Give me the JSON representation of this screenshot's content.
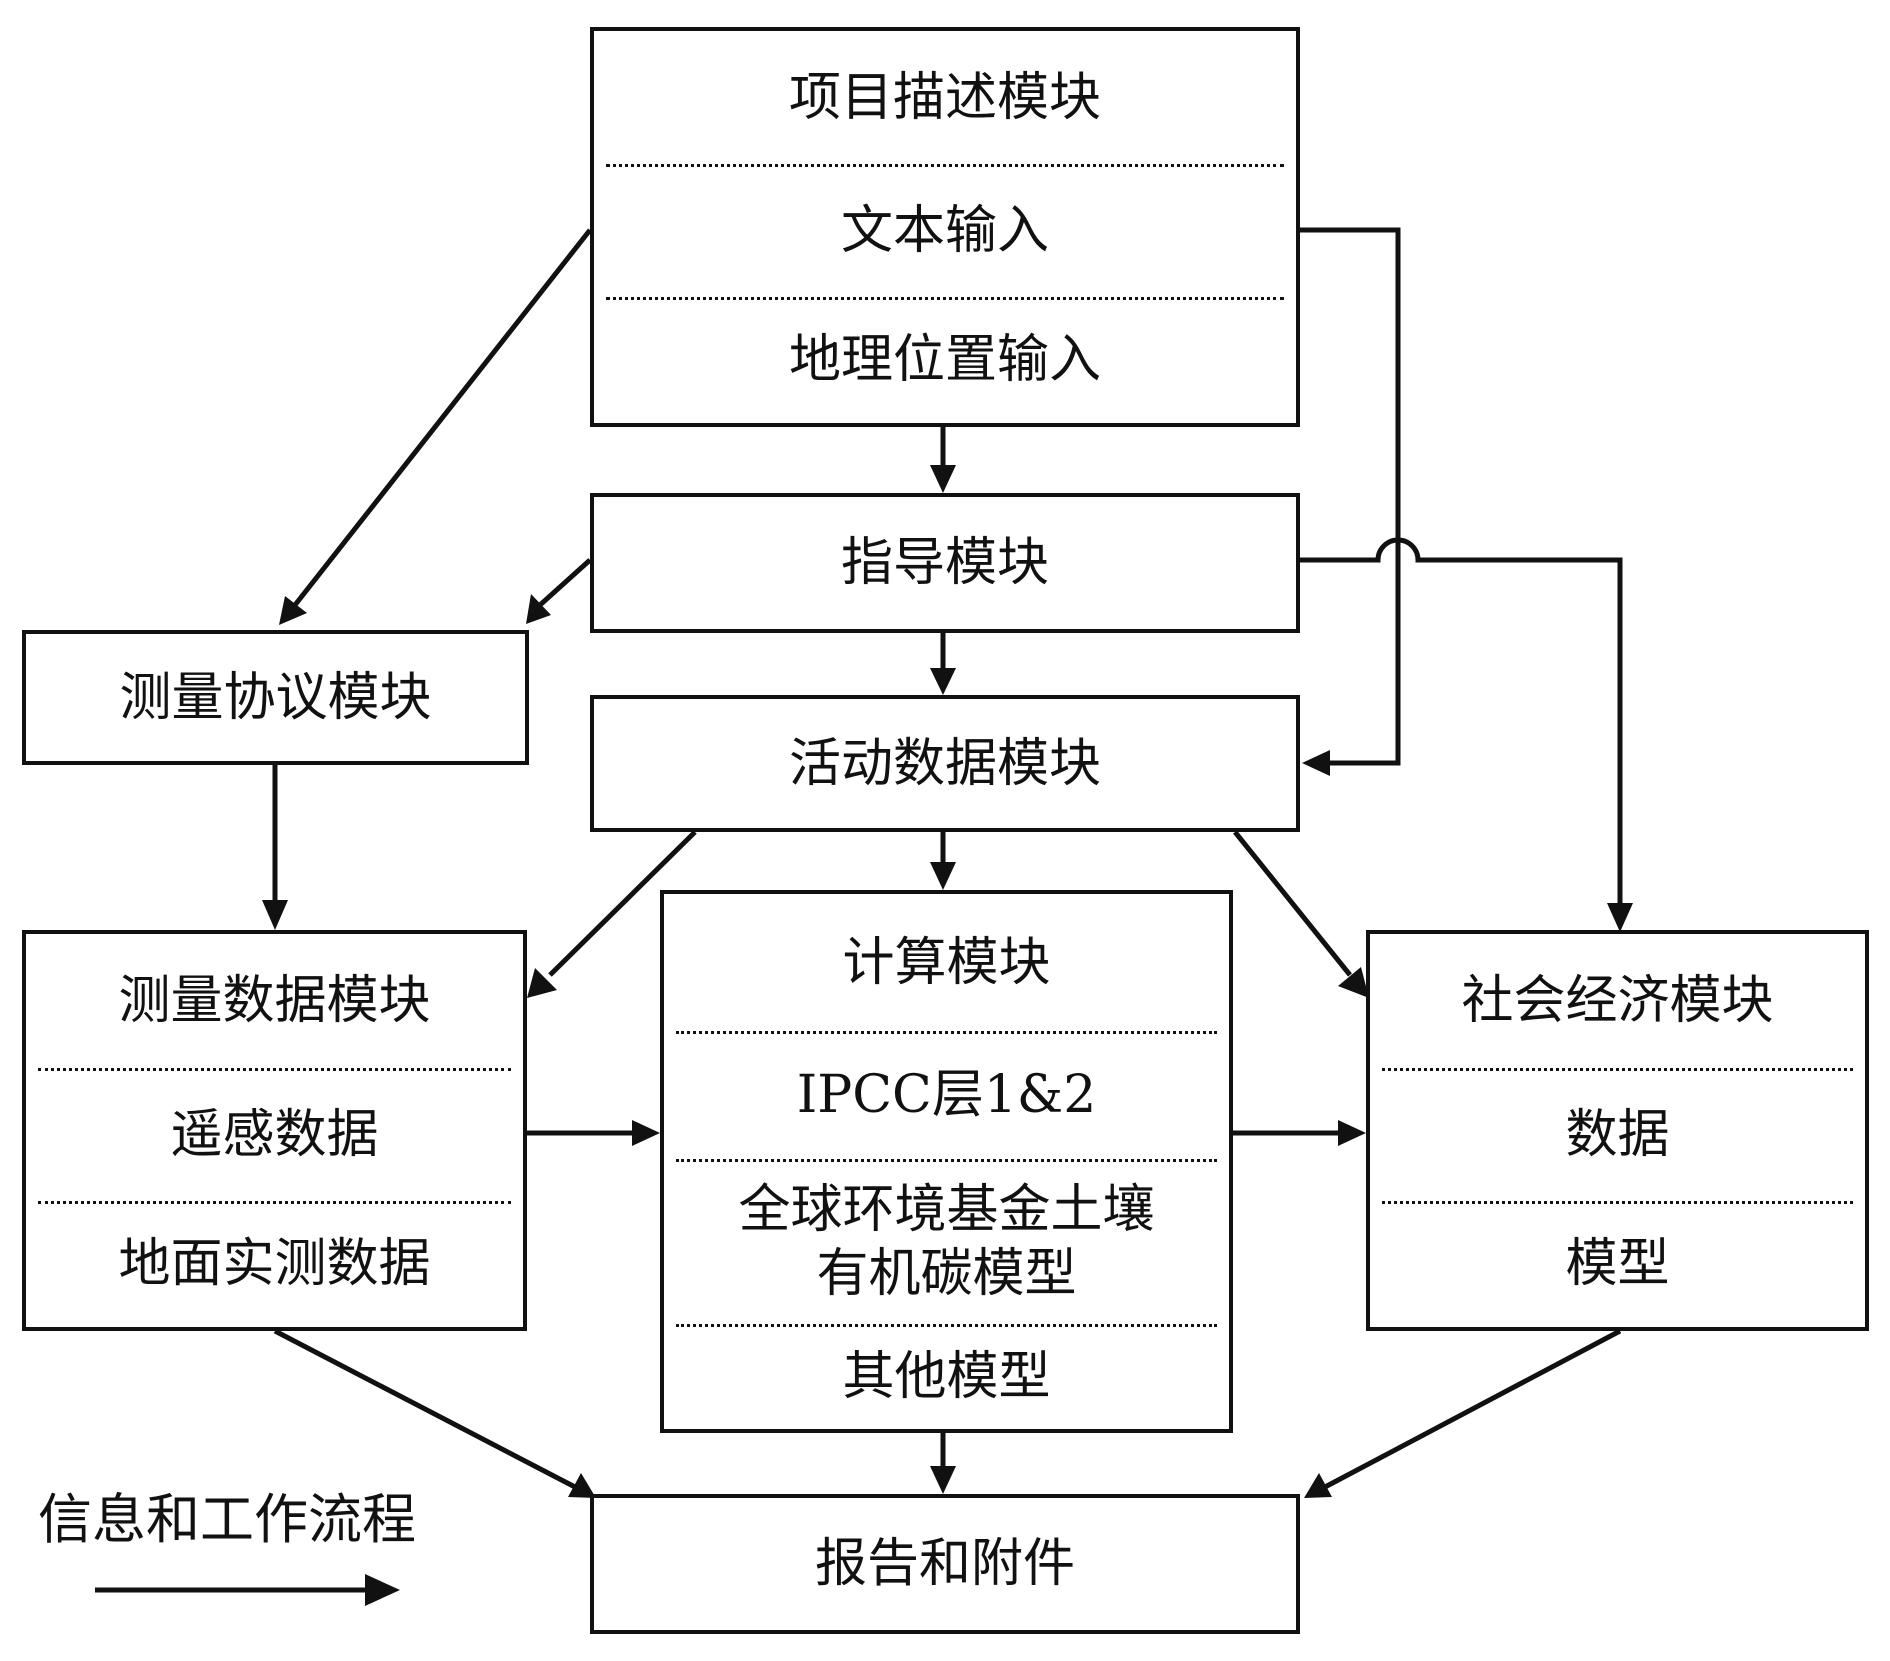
{
  "modules": {
    "project": {
      "title": "项目描述模块",
      "items": [
        "文本输入",
        "地理位置输入"
      ]
    },
    "guidance": {
      "title": "指导模块"
    },
    "protocol": {
      "title": "测量协议模块"
    },
    "activity": {
      "title": "活动数据模块"
    },
    "measurement": {
      "title": "测量数据模块",
      "items": [
        "遥感数据",
        "地面实测数据"
      ]
    },
    "calculation": {
      "title": "计算模块",
      "items": [
        "IPCC层1&2",
        "全球环境基金土壤\n有机碳模型",
        "其他模型"
      ]
    },
    "socioeconomic": {
      "title": "社会经济模块",
      "items": [
        "数据",
        "模型"
      ]
    },
    "report": {
      "title": "报告和附件"
    }
  },
  "legend": {
    "label": "信息和工作流程"
  }
}
